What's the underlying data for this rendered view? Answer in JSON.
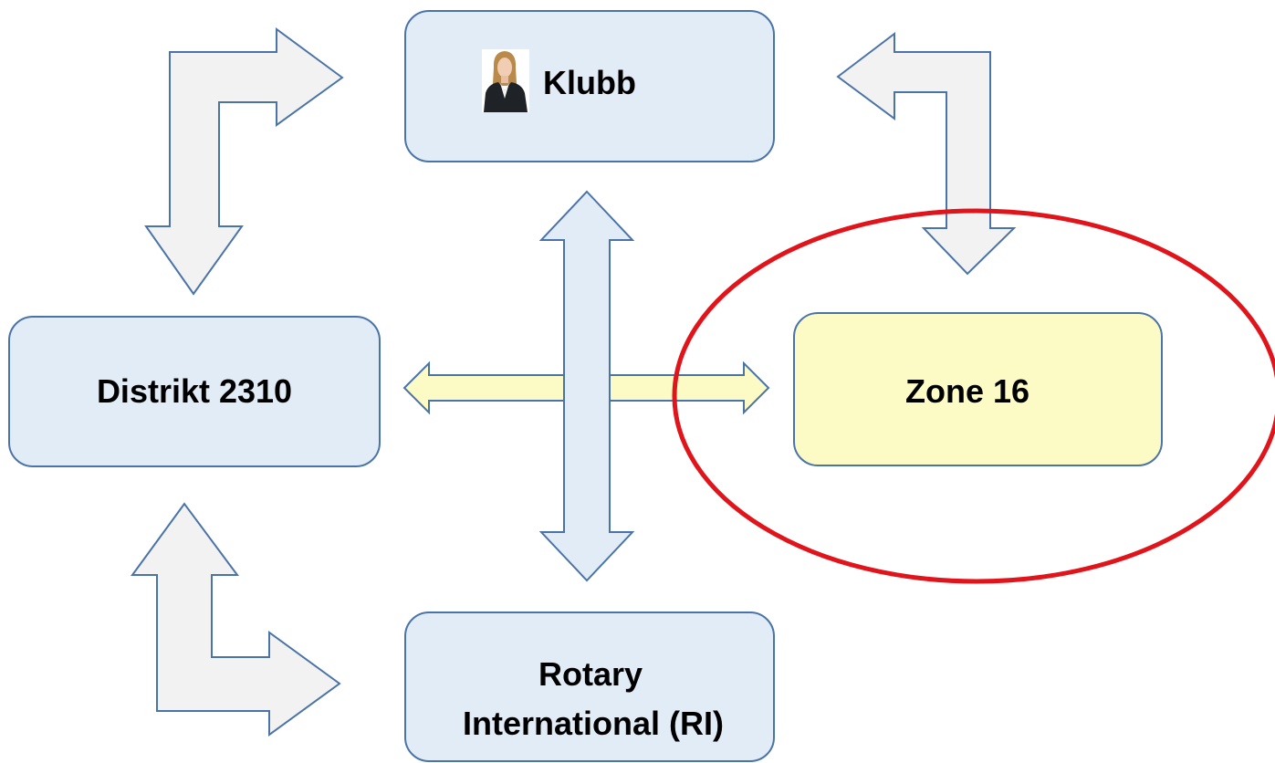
{
  "nodes": {
    "klubb": {
      "label": "Klubb"
    },
    "distrikt": {
      "label": "Distrikt 2310"
    },
    "zone": {
      "label": "Zone 16"
    },
    "rotary": {
      "line1": "Rotary",
      "line2": "International (RI)"
    }
  },
  "colors": {
    "blue_fill": "#e2ecf7",
    "blue_stroke": "#4a73a8",
    "yellow_fill": "#fcfbc6",
    "gray_arrow_fill": "#f2f2f2",
    "highlight_ellipse": "#e0141a"
  },
  "icons": {
    "klubb_avatar": "woman-portrait-icon"
  }
}
